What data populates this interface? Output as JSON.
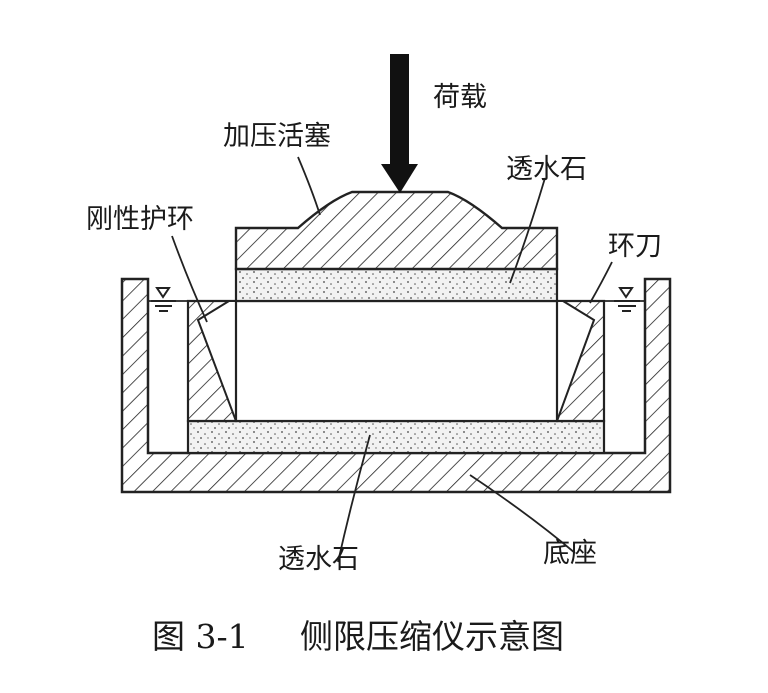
{
  "labels": {
    "load": "荷载",
    "piston": "加压活塞",
    "stone_top": "透水石",
    "rigid_ring": "刚性护环",
    "cutting_ring": "环刀",
    "stone_bottom": "透水石",
    "base": "底座"
  },
  "caption": {
    "number": "图 3-1",
    "title": "侧限压缩仪示意图"
  }
}
